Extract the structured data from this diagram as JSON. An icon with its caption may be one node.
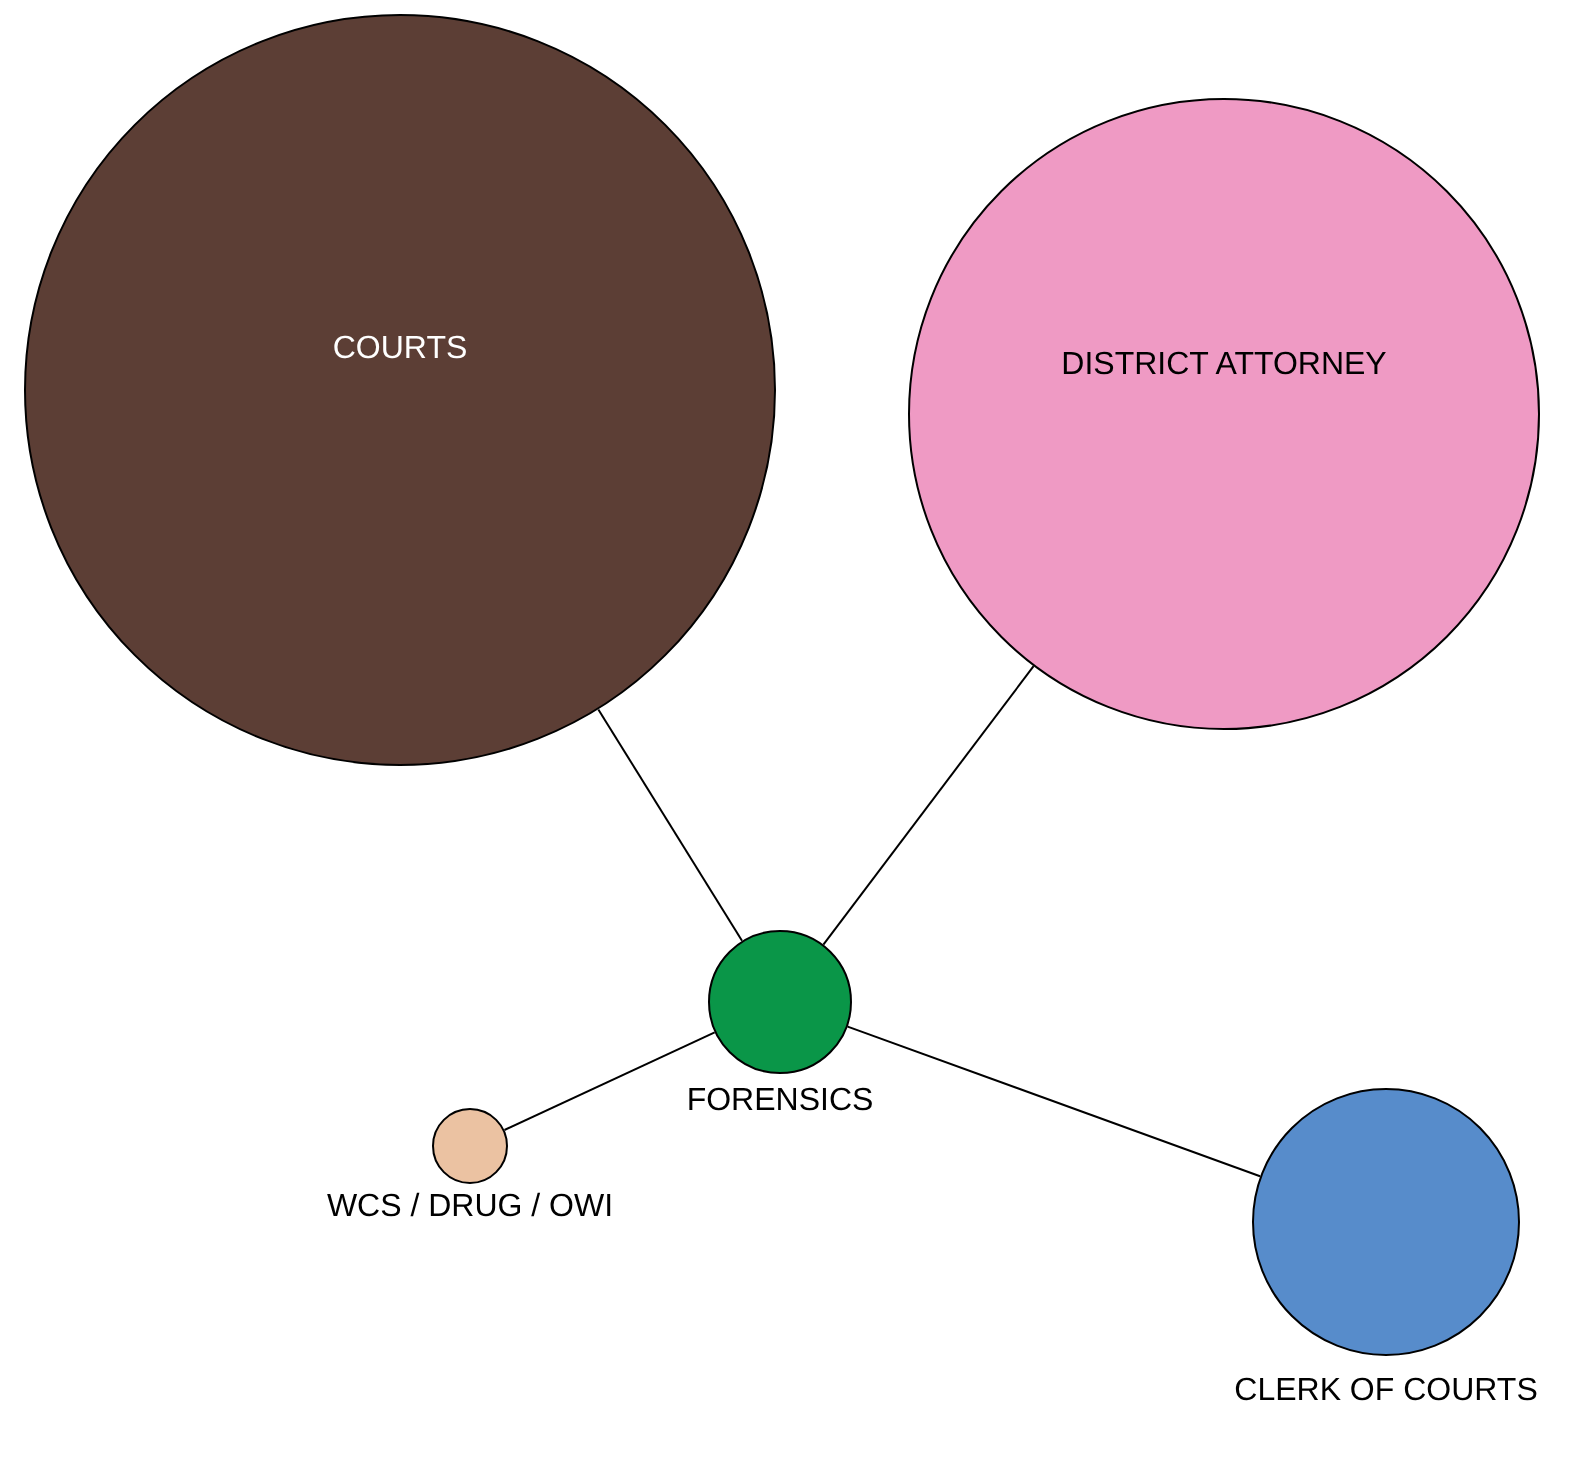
{
  "diagram": {
    "nodes": [
      {
        "text": [
          "COURTS"
        ]
      },
      {
        "text": [
          "DISTRICT ATTORNEY"
        ]
      },
      {
        "text": [
          "FORENSICS"
        ]
      },
      {
        "text": [
          "WCS / DRUG / OWI"
        ]
      },
      {
        "text": [
          "CLERK OF COURTS"
        ]
      }
    ],
    "edges": [
      {
        "from": 2,
        "to": 0,
        "arrow": "none"
      },
      {
        "from": 2,
        "to": 1,
        "arrow": "none"
      },
      {
        "from": 2,
        "to": 3,
        "arrow": "none"
      },
      {
        "from": 2,
        "to": 4,
        "arrow": "none"
      }
    ]
  }
}
